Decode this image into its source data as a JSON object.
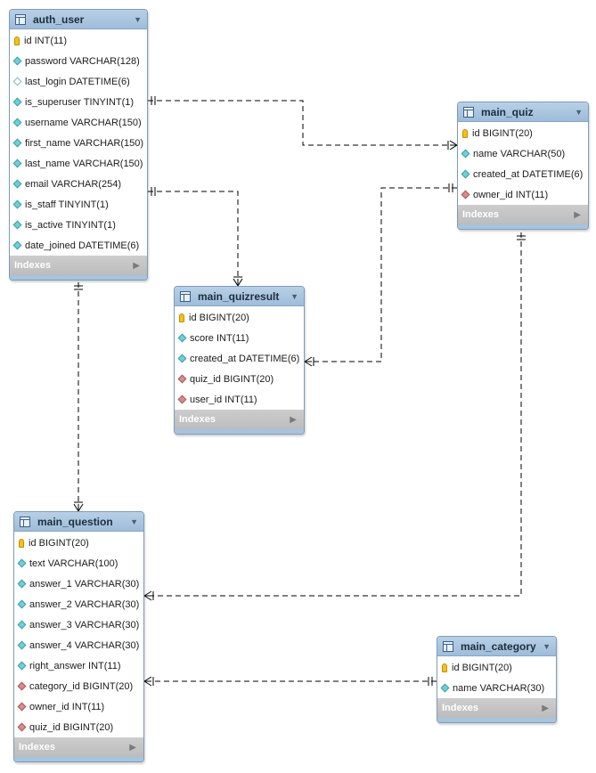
{
  "tables": {
    "auth_user": {
      "name": "auth_user",
      "columns": [
        {
          "label": "id INT(11)",
          "kind": "pk"
        },
        {
          "label": "password VARCHAR(128)",
          "kind": "col"
        },
        {
          "label": "last_login DATETIME(6)",
          "kind": "nullable"
        },
        {
          "label": "is_superuser TINYINT(1)",
          "kind": "col"
        },
        {
          "label": "username VARCHAR(150)",
          "kind": "col"
        },
        {
          "label": "first_name VARCHAR(150)",
          "kind": "col"
        },
        {
          "label": "last_name VARCHAR(150)",
          "kind": "col"
        },
        {
          "label": "email VARCHAR(254)",
          "kind": "col"
        },
        {
          "label": "is_staff TINYINT(1)",
          "kind": "col"
        },
        {
          "label": "is_active TINYINT(1)",
          "kind": "col"
        },
        {
          "label": "date_joined DATETIME(6)",
          "kind": "col"
        }
      ],
      "indexes_label": "Indexes"
    },
    "main_quiz": {
      "name": "main_quiz",
      "columns": [
        {
          "label": "id BIGINT(20)",
          "kind": "pk"
        },
        {
          "label": "name VARCHAR(50)",
          "kind": "col"
        },
        {
          "label": "created_at DATETIME(6)",
          "kind": "col"
        },
        {
          "label": "owner_id INT(11)",
          "kind": "fk"
        }
      ],
      "indexes_label": "Indexes"
    },
    "main_quizresult": {
      "name": "main_quizresult",
      "columns": [
        {
          "label": "id BIGINT(20)",
          "kind": "pk"
        },
        {
          "label": "score INT(11)",
          "kind": "col"
        },
        {
          "label": "created_at DATETIME(6)",
          "kind": "col"
        },
        {
          "label": "quiz_id BIGINT(20)",
          "kind": "fk"
        },
        {
          "label": "user_id INT(11)",
          "kind": "fk"
        }
      ],
      "indexes_label": "Indexes"
    },
    "main_question": {
      "name": "main_question",
      "columns": [
        {
          "label": "id BIGINT(20)",
          "kind": "pk"
        },
        {
          "label": "text VARCHAR(100)",
          "kind": "col"
        },
        {
          "label": "answer_1 VARCHAR(30)",
          "kind": "col"
        },
        {
          "label": "answer_2 VARCHAR(30)",
          "kind": "col"
        },
        {
          "label": "answer_3 VARCHAR(30)",
          "kind": "col"
        },
        {
          "label": "answer_4 VARCHAR(30)",
          "kind": "col"
        },
        {
          "label": "right_answer INT(11)",
          "kind": "col"
        },
        {
          "label": "category_id BIGINT(20)",
          "kind": "fk"
        },
        {
          "label": "owner_id INT(11)",
          "kind": "fk"
        },
        {
          "label": "quiz_id BIGINT(20)",
          "kind": "fk"
        }
      ],
      "indexes_label": "Indexes"
    },
    "main_category": {
      "name": "main_category",
      "columns": [
        {
          "label": "id BIGINT(20)",
          "kind": "pk"
        },
        {
          "label": "name VARCHAR(30)",
          "kind": "col"
        }
      ],
      "indexes_label": "Indexes"
    }
  },
  "relationships": [
    {
      "from": "main_quiz",
      "to": "auth_user",
      "column": "owner_id"
    },
    {
      "from": "main_quizresult",
      "to": "auth_user",
      "column": "user_id"
    },
    {
      "from": "main_quizresult",
      "to": "main_quiz",
      "column": "quiz_id"
    },
    {
      "from": "main_question",
      "to": "auth_user",
      "column": "owner_id"
    },
    {
      "from": "main_question",
      "to": "main_quiz",
      "column": "quiz_id"
    },
    {
      "from": "main_question",
      "to": "main_category",
      "column": "category_id"
    }
  ],
  "colors": {
    "header": "#9ebcd9",
    "pk_key": "#f3c01d",
    "column_marker": "#6fd0d6",
    "fk_marker": "#d98c8c",
    "indexes_bar": "#c4c4c4",
    "connector": "#000000"
  }
}
